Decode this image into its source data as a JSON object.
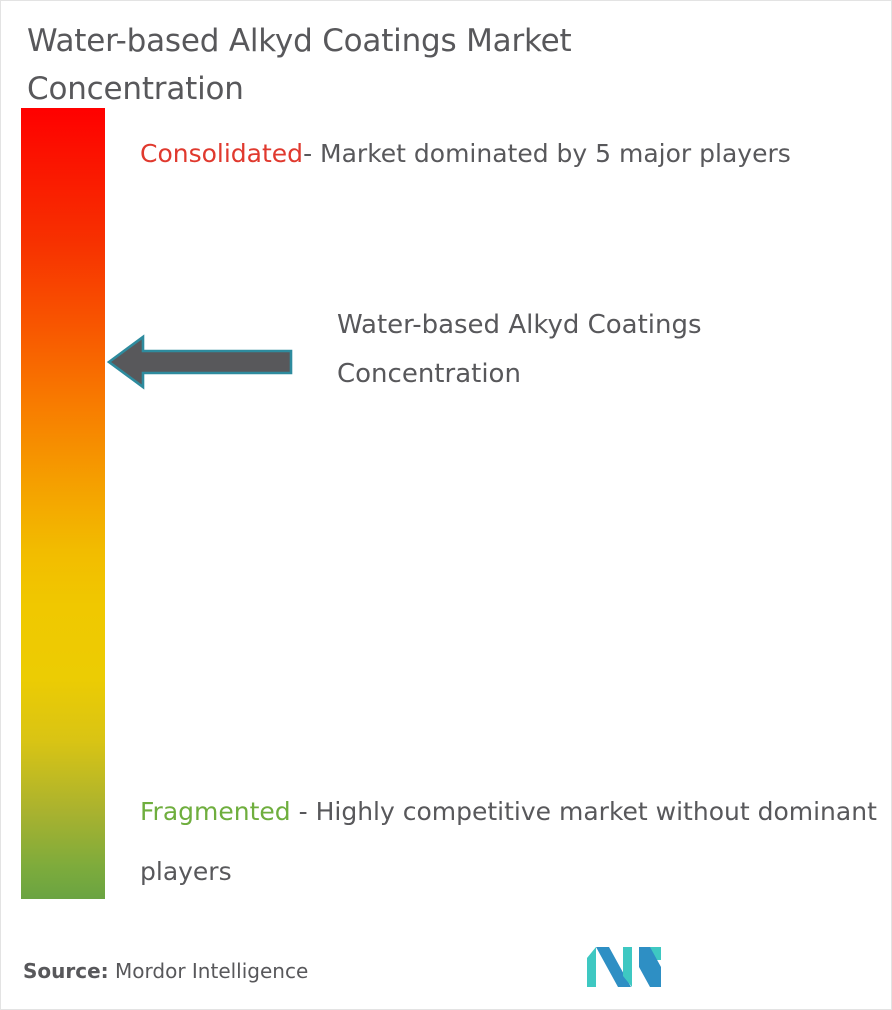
{
  "chart_data": {
    "type": "bar",
    "title": "Water-based Alkyd Coatings Market Concentration",
    "subtype": "market-concentration-gradient-scale",
    "xlabel": "",
    "ylabel": "Market Concentration",
    "categories": [
      "Consolidated",
      "Fragmented"
    ],
    "values": [
      100,
      0
    ],
    "scale": {
      "top_label": "Consolidated",
      "bottom_label": "Fragmented",
      "top_value": 100,
      "bottom_value": 0
    },
    "indicator": {
      "label": "Water-based Alkyd Coatings Concentration",
      "position_percent": 30,
      "direction": "left"
    },
    "gradient_stops": [
      {
        "offset": 0,
        "color": "#ff0000"
      },
      {
        "offset": 17,
        "color": "#f73100"
      },
      {
        "offset": 37,
        "color": "#f87a00"
      },
      {
        "offset": 56,
        "color": "#f2bc00"
      },
      {
        "offset": 72,
        "color": "#eccc03"
      },
      {
        "offset": 89,
        "color": "#a9b22f"
      },
      {
        "offset": 100,
        "color": "#6aa442"
      }
    ],
    "grid": false,
    "legend_position": "none"
  },
  "title": {
    "text": "Water-based Alkyd Coatings Market\nConcentration",
    "color": "#58585b"
  },
  "consolidated": {
    "keyword": "Consolidated",
    "keyword_color": "#e0392e",
    "description": "- Market dominated by 5 major players"
  },
  "fragmented": {
    "keyword": "Fragmented",
    "keyword_color": "#6fae3e",
    "description": " - Highly competitive market without dominant players"
  },
  "arrow": {
    "label": "Water-based Alkyd Coatings\nConcentration",
    "fill_color": "#58585b",
    "stroke_color": "#2e8b9e",
    "direction": "left"
  },
  "footer": {
    "source_label": "Source:",
    "source_value": " Mordor Intelligence",
    "logo_name": "MI",
    "logo_color_teal": "#3ec8c2",
    "logo_color_blue": "#2e8fc4"
  }
}
